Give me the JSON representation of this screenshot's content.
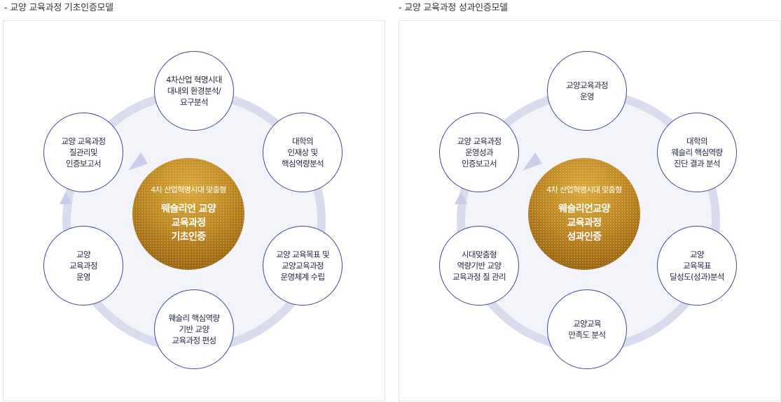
{
  "panels": [
    {
      "title": "- 교양 교육과정 기초인증모델",
      "center": {
        "subtitle": "4차 산업혁명시대 맞춤형",
        "title_lines": [
          "웨슬리언 교양",
          "교육과정",
          "기초인증"
        ]
      },
      "nodes": [
        {
          "lines": [
            "4차산업 혁명시대",
            "대내외 환경분석/",
            "요구분석"
          ]
        },
        {
          "lines": [
            "대학의",
            "인재상 및",
            "핵심역량분석"
          ]
        },
        {
          "lines": [
            "교양 교육목표 및",
            "교양교육과정",
            "운영체계 수립"
          ]
        },
        {
          "lines": [
            "웨슬리 핵심역량",
            "기반 교양",
            "교육과정 편성"
          ]
        },
        {
          "lines": [
            "교양",
            "교육과정",
            "운영"
          ]
        },
        {
          "lines": [
            "교양 교육과정",
            "질관리및",
            "인증보고서"
          ]
        }
      ]
    },
    {
      "title": "- 교양 교육과정 성과인증모델",
      "center": {
        "subtitle": "4차 산업혁명시대 맞춤형",
        "title_lines": [
          "웨슬리언교양",
          "교육과정",
          "성과인증"
        ]
      },
      "nodes": [
        {
          "lines": [
            "교양교육과정",
            "운영"
          ]
        },
        {
          "lines": [
            "대학의",
            "웨슬리 핵심역량",
            "진단 결과 분석"
          ]
        },
        {
          "lines": [
            "교양",
            "교육목표",
            "달성도(성과)분석"
          ]
        },
        {
          "lines": [
            "교양교육",
            "만족도 분석"
          ]
        },
        {
          "lines": [
            "시대맞춤형",
            "역량기반 교양",
            "교육과정 질 관리"
          ]
        },
        {
          "lines": [
            "교양 교육과정",
            "운영성과",
            "인증보고서"
          ]
        }
      ]
    }
  ],
  "colors": {
    "ring": "#d9dcee",
    "arrow": "#c9cde8",
    "node_border": "#3c4a8e",
    "center_gold": "#b8821e"
  }
}
